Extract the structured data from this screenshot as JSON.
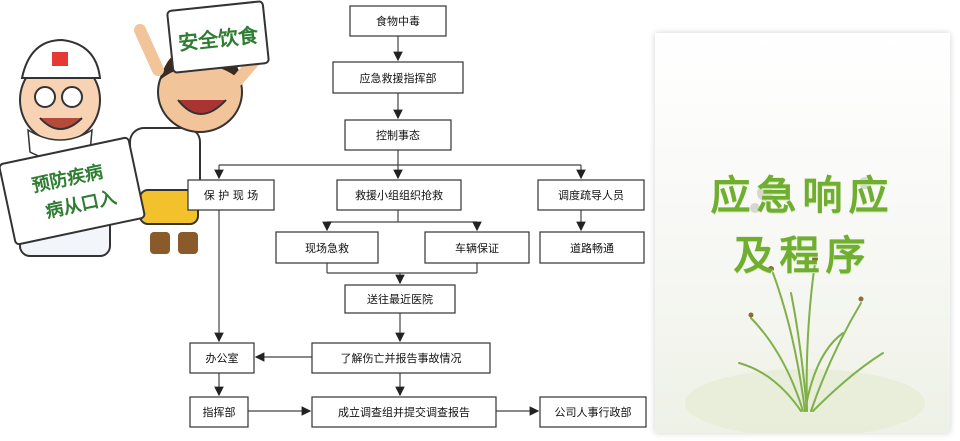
{
  "cartoon": {
    "sign_safety": "安全饮食",
    "sign_prevent": [
      "预防疾病",
      "病从口入"
    ]
  },
  "flowchart": {
    "nodes": {
      "food_poisoning": "食物中毒",
      "command_dept": "应急救援指挥部",
      "control": "控制事态",
      "protect_scene": "保 护 现 场",
      "rescue_team": "救援小组组织抢救",
      "evacuate": "调度疏导人员",
      "first_aid": "现场急救",
      "vehicle": "车辆保证",
      "road": "道路畅通",
      "hospital": "送往最近医院",
      "casualties": "了解伤亡并报告事故情况",
      "office": "办公室",
      "hq": "指挥部",
      "investigation": "成立调查组并提交调查报告",
      "hr_dept": "公司人事行政部"
    }
  },
  "panel": {
    "title_line1": "应急响应",
    "title_line2": "及程序",
    "title_color": "#6fae2e"
  }
}
